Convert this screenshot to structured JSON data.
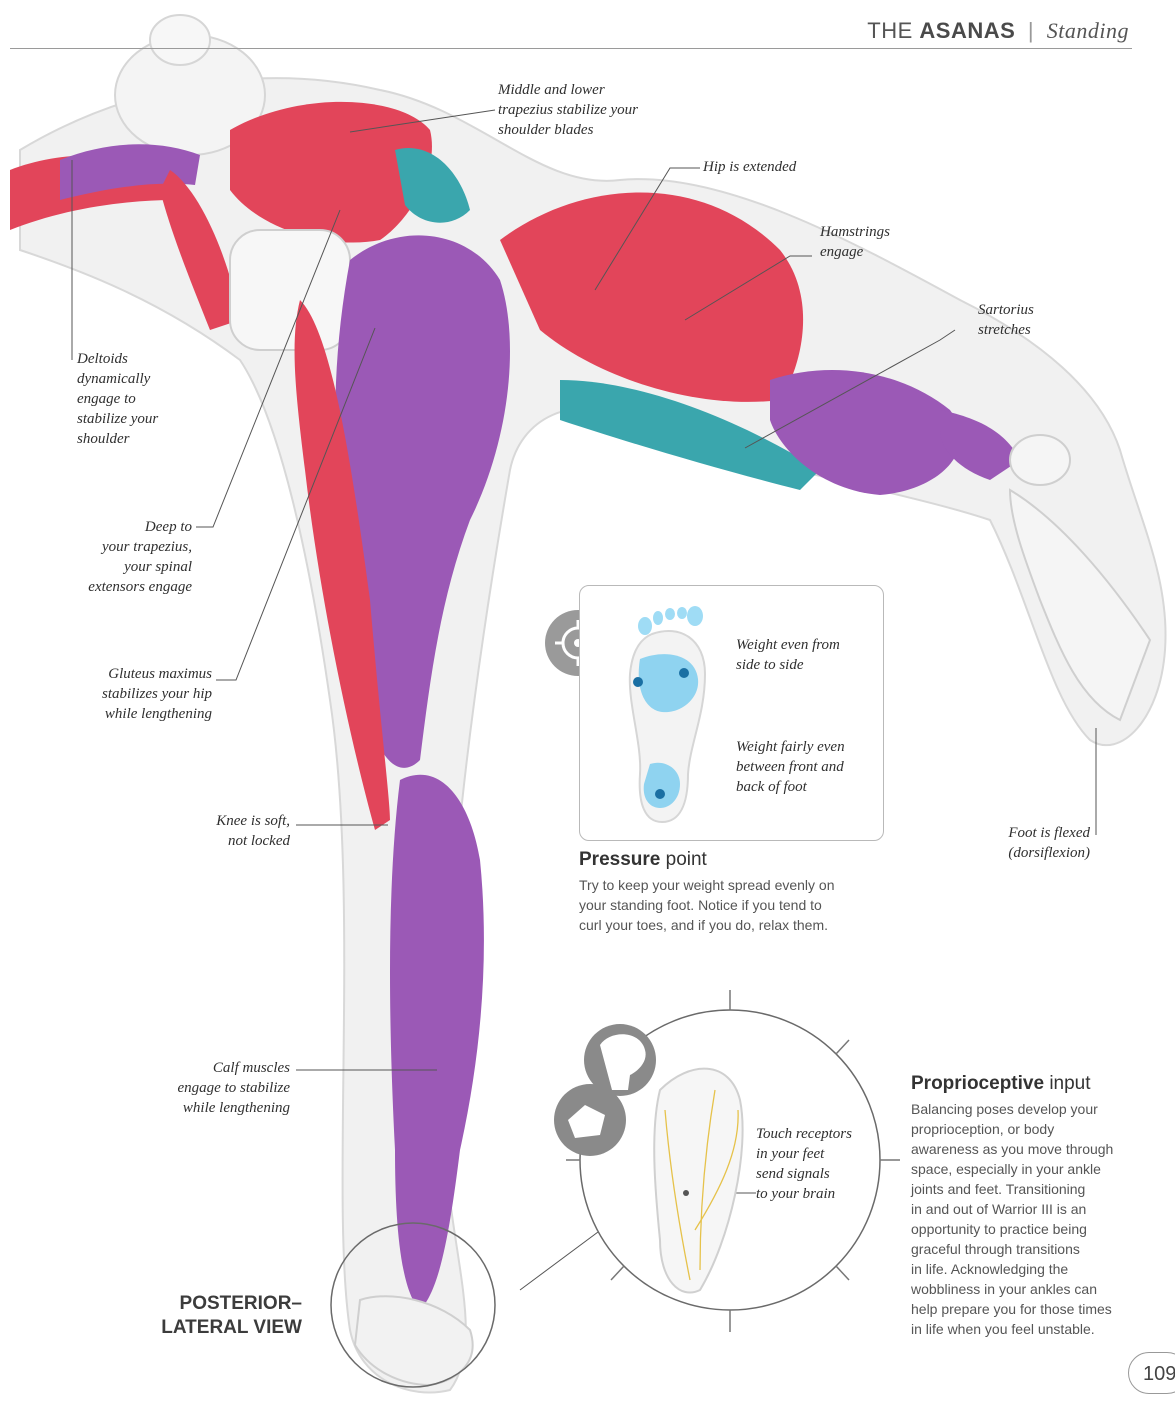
{
  "header": {
    "section": "THE",
    "title": "ASANAS",
    "separator": "|",
    "subsection": "Standing"
  },
  "labels": {
    "trapezius": "Middle and lower\ntrapezius stabilize your\nshoulder blades",
    "hip": "Hip is extended",
    "hamstrings": "Hamstrings\nengage",
    "sartorius": "Sartorius\nstretches",
    "deltoids": "Deltoids\ndynamically\nengage to\nstabilize your\nshoulder",
    "spinal": "Deep to\nyour trapezius,\nyour spinal\nextensors engage",
    "gluteus": "Gluteus maximus\nstabilizes your hip\nwhile lengthening",
    "knee": "Knee is soft,\nnot locked",
    "foot_flexed": "Foot is flexed\n(dorsiflexion)",
    "calf": "Calf muscles\nengage to stabilize\nwhile lengthening",
    "touch": "Touch receptors\nin your feet\nsend signals\nto your brain"
  },
  "pressure_card": {
    "weight_side": "Weight even from\nside to side",
    "weight_front": "Weight fairly even\nbetween front and\nback of foot",
    "icon": "target-icon"
  },
  "pressure_point": {
    "title_bold": "Pressure",
    "title_rest": " point",
    "body": "Try to keep your weight spread evenly on\nyour standing foot. Notice if you tend to\ncurl your toes, and if you do, relax them."
  },
  "proprioceptive": {
    "title_bold": "Proprioceptive",
    "title_rest": " input",
    "body": "Balancing poses develop your\nproprioception, or body\nawareness as you move through\nspace, especially in your ankle\njoints and feet. Transitioning\nin and out of Warrior III is an\nopportunity to practice being\ngraceful through transitions\nin life. Acknowledging the\nwobbliness in your ankles can\nhelp prepare you for those times\nin life when you feel unstable.",
    "icons": [
      "brain-head-icon",
      "hand-icon"
    ]
  },
  "view_label": "POSTERIOR–\nLATERAL VIEW",
  "page_number": "109",
  "colors": {
    "muscle_red": "#e2455a",
    "muscle_purple": "#9b59b6",
    "muscle_teal": "#3aa6ad",
    "bone": "#eeeeee",
    "pressure_blue": "#8fd3f0"
  }
}
